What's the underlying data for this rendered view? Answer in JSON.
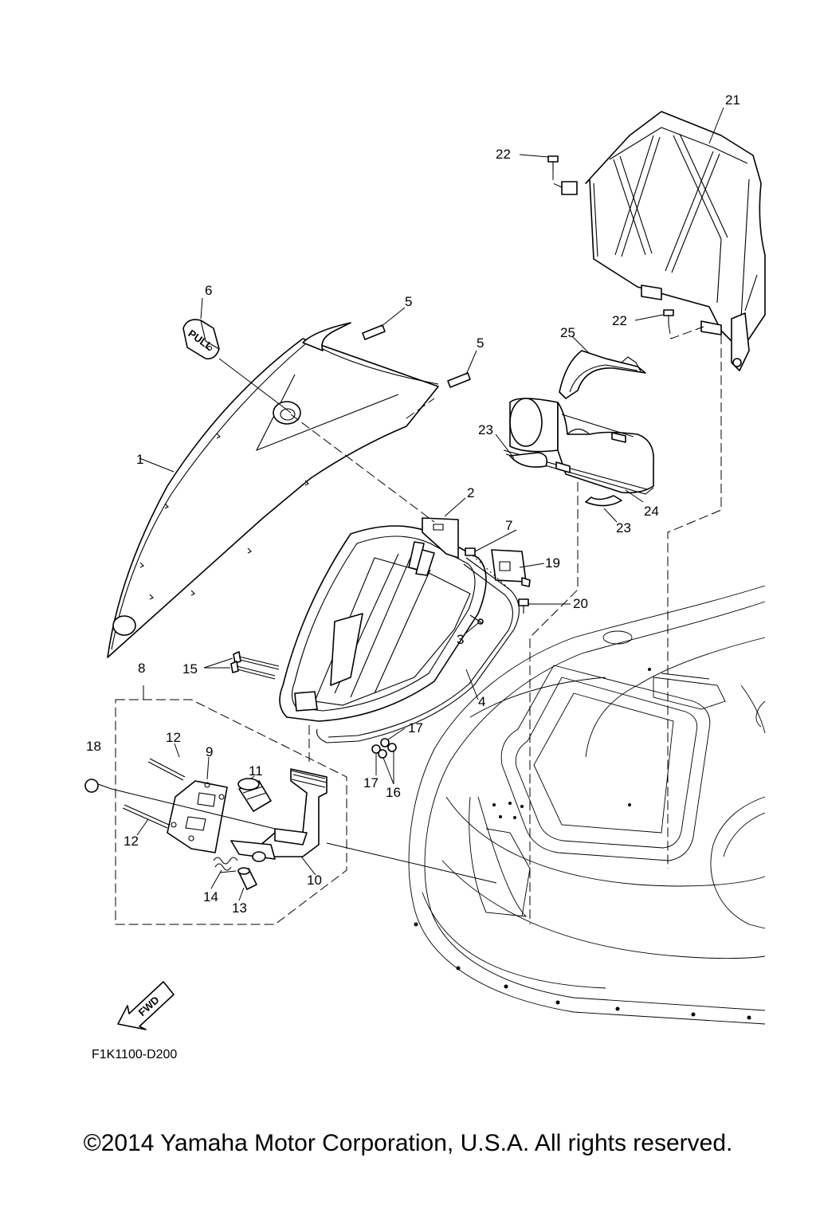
{
  "diagram": {
    "code": "F1K1100-D200",
    "fwd_label": "FWD",
    "pull_label": "PULL",
    "callouts": [
      {
        "id": "c1",
        "text": "1"
      },
      {
        "id": "c2",
        "text": "2"
      },
      {
        "id": "c3",
        "text": "3"
      },
      {
        "id": "c4",
        "text": "4"
      },
      {
        "id": "c5a",
        "text": "5"
      },
      {
        "id": "c5b",
        "text": "5"
      },
      {
        "id": "c6",
        "text": "6"
      },
      {
        "id": "c7",
        "text": "7"
      },
      {
        "id": "c8",
        "text": "8"
      },
      {
        "id": "c9",
        "text": "9"
      },
      {
        "id": "c10",
        "text": "10"
      },
      {
        "id": "c11",
        "text": "11"
      },
      {
        "id": "c12a",
        "text": "12"
      },
      {
        "id": "c12b",
        "text": "12"
      },
      {
        "id": "c13",
        "text": "13"
      },
      {
        "id": "c14",
        "text": "14"
      },
      {
        "id": "c15",
        "text": "15"
      },
      {
        "id": "c16",
        "text": "16"
      },
      {
        "id": "c17a",
        "text": "17"
      },
      {
        "id": "c17b",
        "text": "17"
      },
      {
        "id": "c18",
        "text": "18"
      },
      {
        "id": "c19",
        "text": "19"
      },
      {
        "id": "c20",
        "text": "20"
      },
      {
        "id": "c21",
        "text": "21"
      },
      {
        "id": "c22a",
        "text": "22"
      },
      {
        "id": "c22b",
        "text": "22"
      },
      {
        "id": "c23a",
        "text": "23"
      },
      {
        "id": "c23b",
        "text": "23"
      },
      {
        "id": "c24",
        "text": "24"
      },
      {
        "id": "c25",
        "text": "25"
      }
    ]
  },
  "copyright": "©2014 Yamaha Motor Corporation, U.S.A. All rights reserved."
}
